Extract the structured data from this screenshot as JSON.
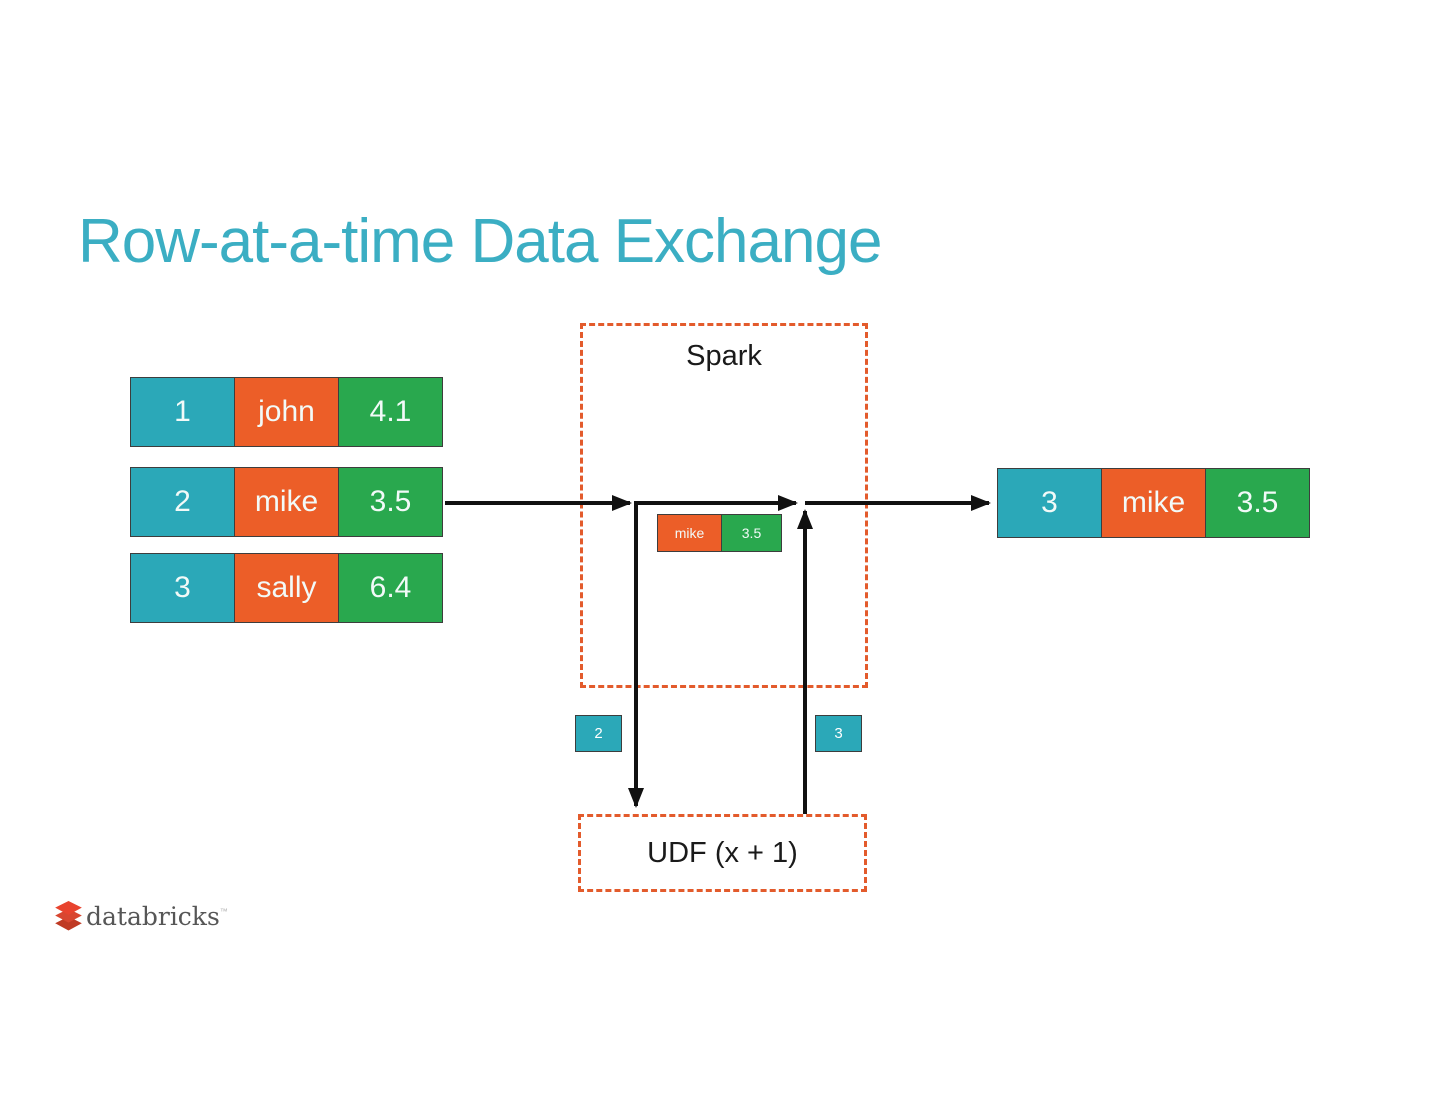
{
  "slide": {
    "title": "Row-at-a-time Data Exchange",
    "colors": {
      "title_teal": "#3BAEC3",
      "cell_teal": "#2BA8B8",
      "cell_orange": "#EC5E28",
      "cell_green": "#29A84E",
      "dashed_border_orange": "#E35B2C",
      "arrow_black": "#111111",
      "logo_gray": "#565656",
      "logo_red": "#E8432E"
    }
  },
  "input_rows": [
    {
      "id": "1",
      "name": "john",
      "value": "4.1"
    },
    {
      "id": "2",
      "name": "mike",
      "value": "3.5"
    },
    {
      "id": "3",
      "name": "sally",
      "value": "6.4"
    }
  ],
  "spark_box": {
    "label": "Spark",
    "inner_row": {
      "name": "mike",
      "value": "3.5"
    }
  },
  "udf_box": {
    "label": "UDF (x + 1)"
  },
  "output_row": {
    "id": "3",
    "name": "mike",
    "value": "3.5"
  },
  "step_badges": {
    "down": "2",
    "up": "3"
  },
  "logo": {
    "text": "databricks",
    "trademark": "™"
  }
}
